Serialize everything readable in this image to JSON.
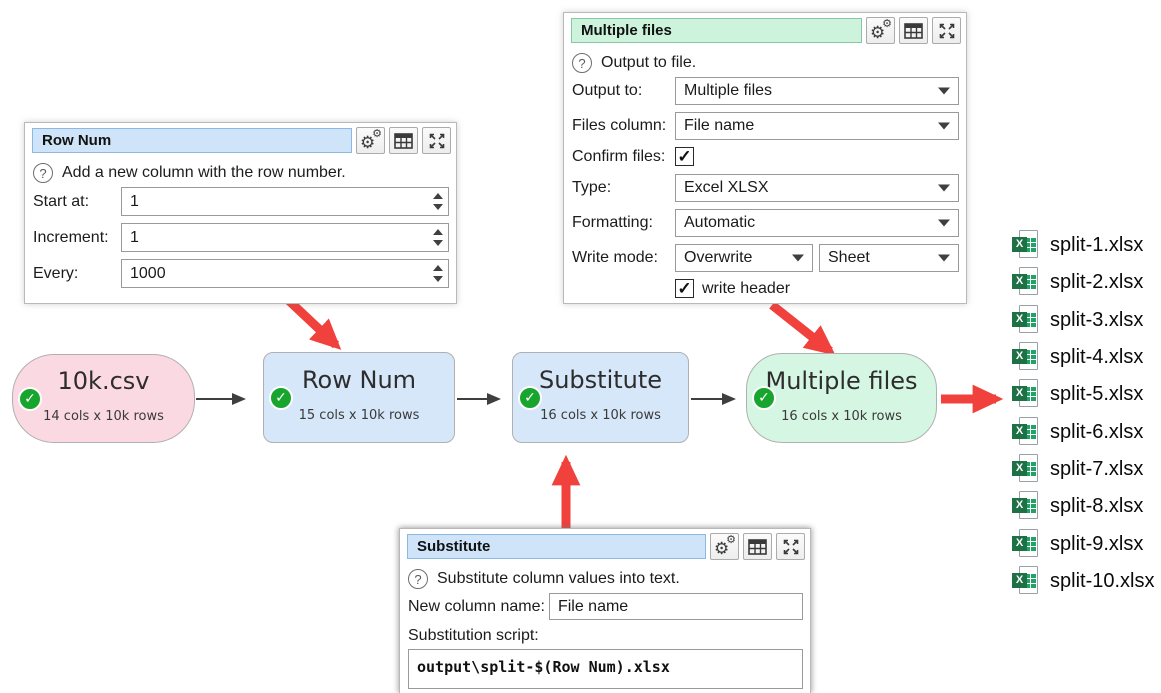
{
  "icons": {
    "gear": "⚙",
    "question": "?",
    "check": "✓",
    "excel_x": "X"
  },
  "colors": {
    "annotation_red": "#f0413c",
    "connector_gray": "#3f3f3f",
    "node_pink": "#fbd9e3",
    "node_blue": "#d5e7f8",
    "node_green": "#d5f6e3",
    "title_blue": "#cfe4f8",
    "title_green": "#cdf3dc",
    "check_green": "#17a52e"
  },
  "panels": {
    "row_num": {
      "title": "Row Num",
      "help": "Add a new column with the row number.",
      "fields": [
        {
          "label": "Start at:",
          "value": "1"
        },
        {
          "label": "Increment:",
          "value": "1"
        },
        {
          "label": "Every:",
          "value": "1000"
        }
      ]
    },
    "multiple_files": {
      "title": "Multiple files",
      "help": "Output to file.",
      "output_to": {
        "label": "Output to:",
        "value": "Multiple files"
      },
      "files_column": {
        "label": "Files column:",
        "value": "File name"
      },
      "confirm_files": {
        "label": "Confirm files:",
        "checked": true
      },
      "type": {
        "label": "Type:",
        "value": "Excel XLSX"
      },
      "formatting": {
        "label": "Formatting:",
        "value": "Automatic"
      },
      "write_mode": {
        "label": "Write mode:",
        "value": "Overwrite",
        "value2": "Sheet"
      },
      "write_header": {
        "label": "write header",
        "checked": true
      }
    },
    "substitute": {
      "title": "Substitute",
      "help": "Substitute column values into text.",
      "new_column_name": {
        "label": "New column name:",
        "value": "File name"
      },
      "script_label": "Substitution script:",
      "script": "output\\split-$(Row Num).xlsx"
    }
  },
  "nodes": [
    {
      "name": "10k.csv",
      "stats": "14 cols x 10k rows"
    },
    {
      "name": "Row Num",
      "stats": "15 cols x 10k rows"
    },
    {
      "name": "Substitute",
      "stats": "16 cols x 10k rows"
    },
    {
      "name": "Multiple files",
      "stats": "16 cols x 10k rows"
    }
  ],
  "files": [
    {
      "name": "split-1.xlsx"
    },
    {
      "name": "split-2.xlsx"
    },
    {
      "name": "split-3.xlsx"
    },
    {
      "name": "split-4.xlsx"
    },
    {
      "name": "split-5.xlsx"
    },
    {
      "name": "split-6.xlsx"
    },
    {
      "name": "split-7.xlsx"
    },
    {
      "name": "split-8.xlsx"
    },
    {
      "name": "split-9.xlsx"
    },
    {
      "name": "split-10.xlsx"
    }
  ]
}
